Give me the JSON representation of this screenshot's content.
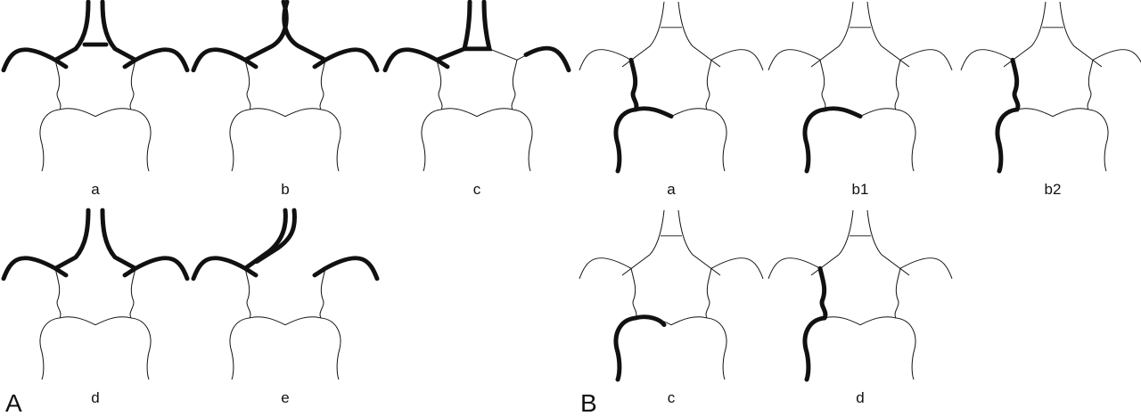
{
  "panel_A": {
    "label": "A",
    "diagrams": [
      {
        "label": "a",
        "variant": "A-a"
      },
      {
        "label": "b",
        "variant": "A-b"
      },
      {
        "label": "c",
        "variant": "A-c"
      },
      {
        "label": "d",
        "variant": "A-d"
      },
      {
        "label": "e",
        "variant": "A-e"
      }
    ]
  },
  "panel_B": {
    "label": "B",
    "diagrams": [
      {
        "label": "a",
        "variant": "B-a"
      },
      {
        "label": "b1",
        "variant": "B-b1"
      },
      {
        "label": "b2",
        "variant": "B-b2"
      },
      {
        "label": "c",
        "variant": "B-c"
      },
      {
        "label": "d",
        "variant": "B-d"
      }
    ]
  },
  "colors": {
    "line": "#111111",
    "background": "#ffffff"
  }
}
